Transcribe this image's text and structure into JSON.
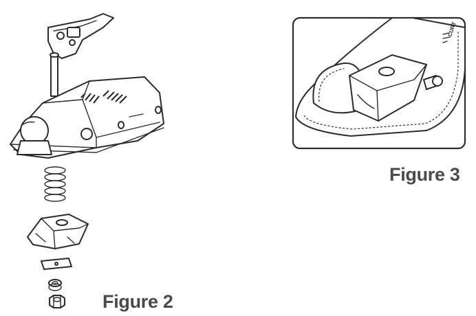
{
  "figures": [
    {
      "id": "figure-2",
      "caption": "Figure 2",
      "parts": [
        "coupler-latch-handle",
        "coupler-body",
        "hitch-ball",
        "spring",
        "ball-clamp",
        "washer-plate",
        "lock-washer",
        "nut"
      ]
    },
    {
      "id": "figure-3",
      "caption": "Figure 3",
      "embossed_text": "CURT",
      "view": "underside-ball-clamp-closeup"
    }
  ],
  "colors": {
    "ink": "#2b2b2b",
    "caption": "#4a4a4a",
    "background": "#ffffff"
  }
}
